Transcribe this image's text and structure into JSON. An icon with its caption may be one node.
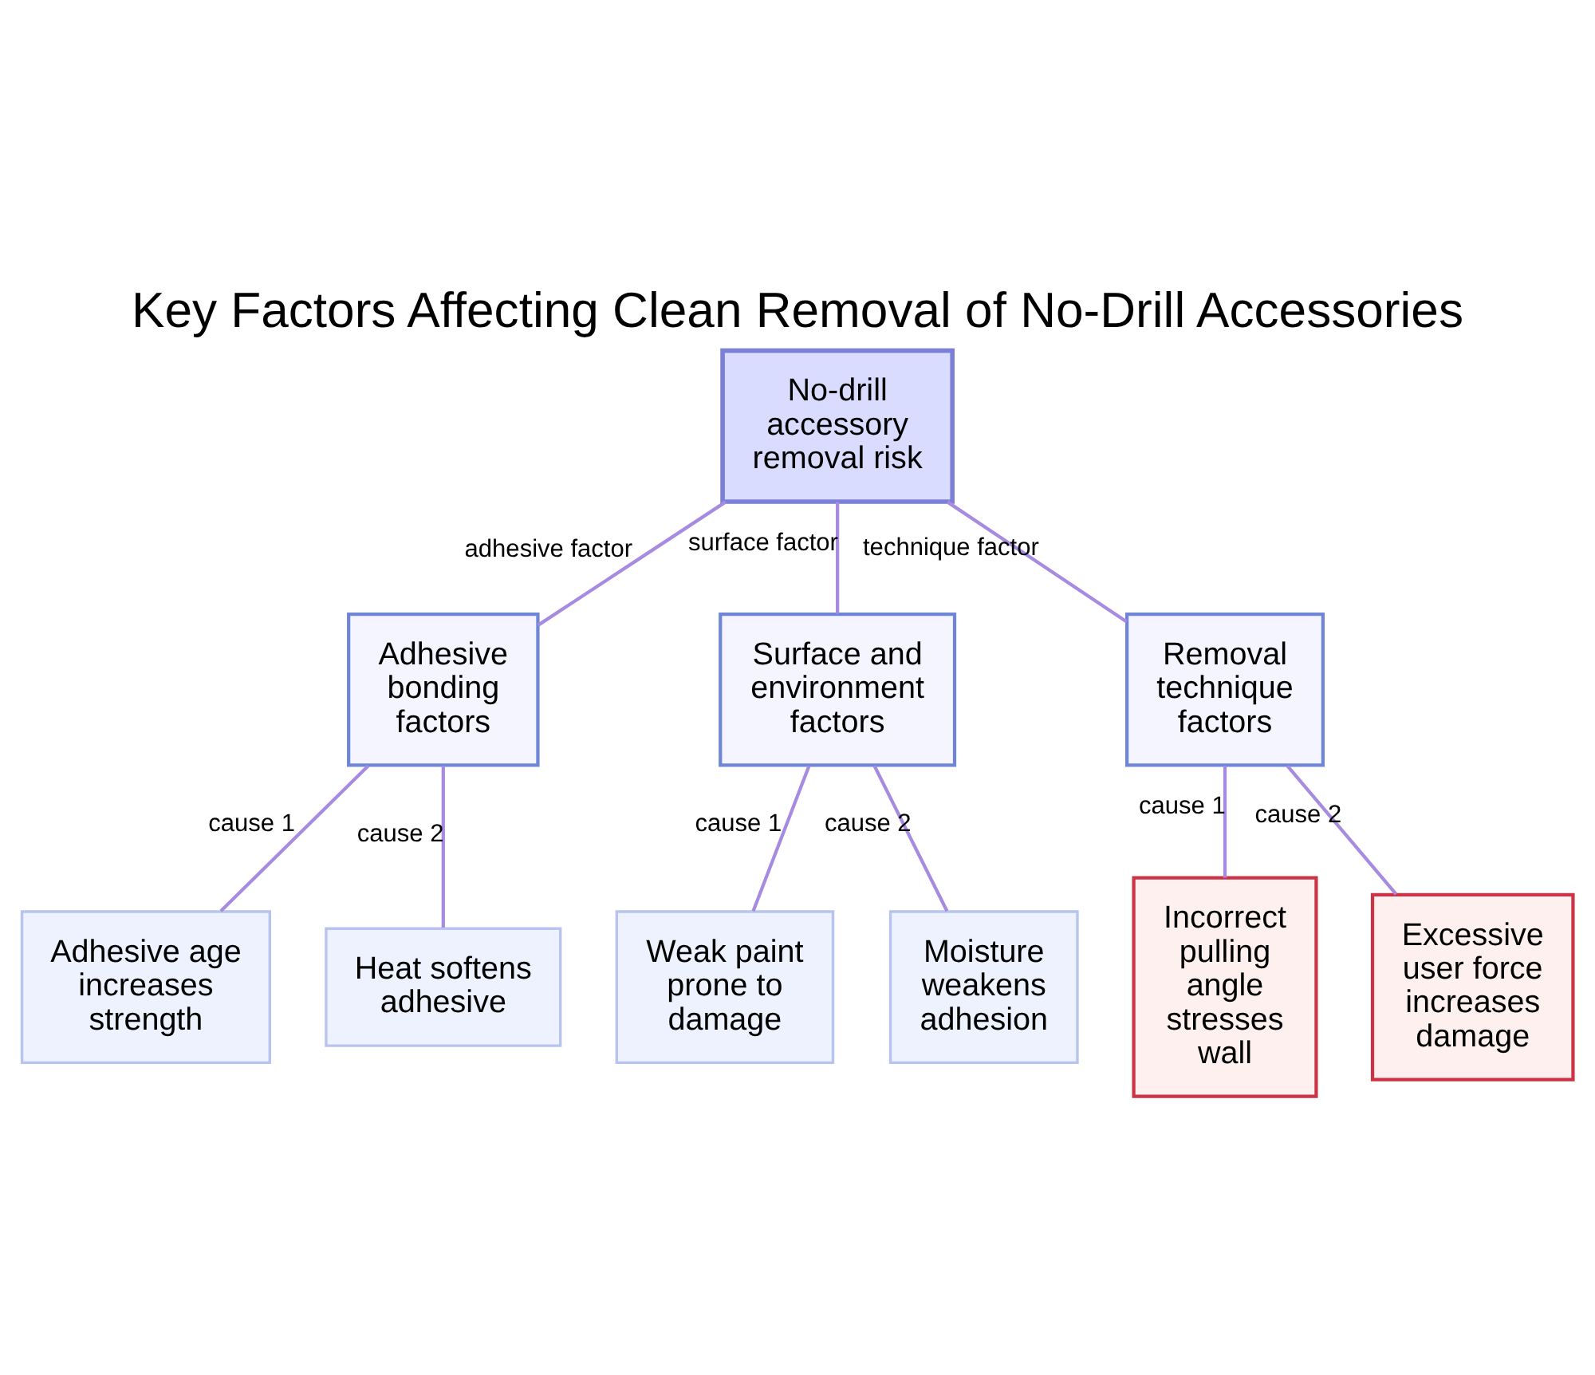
{
  "diagram": {
    "title": "Key Factors Affecting Clean Removal of No-Drill Accessories",
    "nodes": [
      {
        "text": [
          "No-drill accessory removal risk"
        ]
      },
      {
        "text": [
          "Adhesive bonding factors"
        ]
      },
      {
        "text": [
          "Surface and environment factors"
        ]
      },
      {
        "text": [
          "Removal technique factors"
        ]
      },
      {
        "text": [
          "Adhesive age increases strength"
        ]
      },
      {
        "text": [
          "Heat softens adhesive"
        ]
      },
      {
        "text": [
          "Weak paint prone to damage"
        ]
      },
      {
        "text": [
          "Moisture weakens adhesion"
        ]
      },
      {
        "text": [
          "Incorrect pulling angle stresses wall"
        ]
      },
      {
        "text": [
          "Excessive user force increases damage"
        ]
      }
    ],
    "edges": [
      {
        "from": 0,
        "to": 1,
        "arrow": "none",
        "label": "adhesive factor"
      },
      {
        "from": 0,
        "to": 2,
        "arrow": "none",
        "label": "surface factor"
      },
      {
        "from": 0,
        "to": 3,
        "arrow": "none",
        "label": "technique factor"
      },
      {
        "from": 1,
        "to": 4,
        "arrow": "none",
        "label": "cause 1"
      },
      {
        "from": 1,
        "to": 5,
        "arrow": "none",
        "label": "cause 2"
      },
      {
        "from": 2,
        "to": 6,
        "arrow": "none",
        "label": "cause 1"
      },
      {
        "from": 2,
        "to": 7,
        "arrow": "none",
        "label": "cause 2"
      },
      {
        "from": 3,
        "to": 8,
        "arrow": "none",
        "label": "cause 1"
      },
      {
        "from": 3,
        "to": 9,
        "arrow": "none",
        "label": "cause 2"
      }
    ]
  }
}
